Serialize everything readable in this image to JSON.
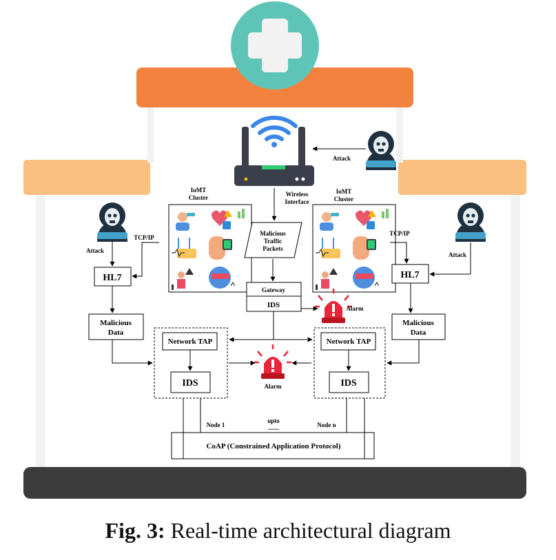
{
  "labels": {
    "attack_top": "Attack",
    "attack_left": "Attack",
    "attack_right": "Attack",
    "tcpip_left": "TCP/IP",
    "tcpip_right": "TCP/IP",
    "iomt_cluster_left": [
      "IoMT",
      "Cluster"
    ],
    "iomt_cluster_right": [
      "IoMT",
      "Cluster"
    ],
    "wireless_interface": [
      "Wireless",
      "Interface"
    ],
    "malicious_packets": [
      "Malicious",
      "Traffic",
      "Packets"
    ],
    "gateway": "Gateway",
    "ids_gateway": "IDS",
    "alarm_gateway": "Alarm",
    "hl7_left": "HL7",
    "hl7_right": "HL7",
    "malicious_data_left": [
      "Malicious",
      "Data"
    ],
    "malicious_data_right": [
      "Malicious",
      "Data"
    ],
    "network_tap_left": "Network TAP",
    "network_tap_right": "Network TAP",
    "ids_left": "IDS",
    "ids_right": "IDS",
    "alarm_center": "Alarm",
    "node_1": "Node 1",
    "upto": "upto",
    "dots": ".......",
    "node_n": "Node n",
    "coap": "CoAP (Constrained Application Protocol)"
  },
  "caption": {
    "prefix": "Fig. 3:",
    "text": " Real-time architectural diagram"
  },
  "colors": {
    "roof_orange": "#f4823f",
    "wing_orange": "#f9c07f",
    "cross_teal": "#5fc4b8",
    "router_dark": "#3a3f4b",
    "wifi_blue": "#3a86e8",
    "hacker_navy": "#1f3140",
    "alarm_red": "#e8253a",
    "floor_dark": "#3c3c3c"
  },
  "icons": [
    "medical-cross-icon",
    "wifi-router-icon",
    "hacker-icon",
    "alarm-siren-icon",
    "iomt-devices-icon"
  ]
}
